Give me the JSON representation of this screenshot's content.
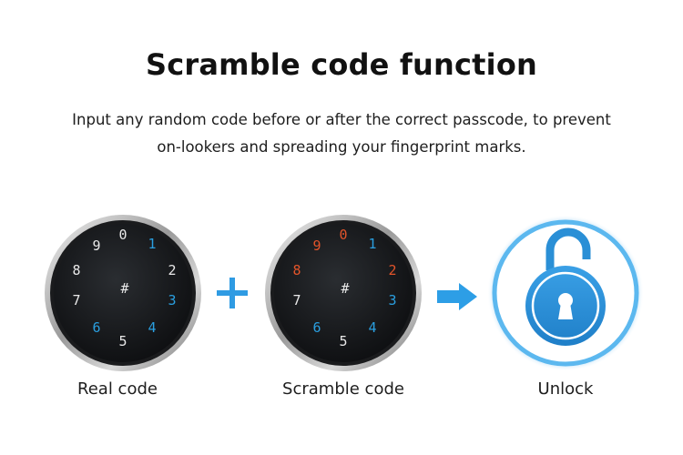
{
  "title": "Scramble code function",
  "subtitle_line1": "Input any random code before or after the correct passcode, to prevent",
  "subtitle_line2": "on-lookers and spreading your fingerprint marks.",
  "captions": {
    "real": "Real code",
    "scramble": "Scramble code",
    "unlock": "Unlock"
  },
  "keypad_keys": {
    "k0": "0",
    "k1": "1",
    "k2": "2",
    "k3": "3",
    "k4": "4",
    "k5": "5",
    "k6": "6",
    "k7": "7",
    "k8": "8",
    "k9": "9",
    "hash": "#"
  },
  "colors": {
    "white_key": "#e8e8e8",
    "blue_key": "#2a9fe0",
    "orange_key": "#e2542a",
    "unlock_blue": "#2a8fd6",
    "plus_blue": "#2f9be3",
    "arrow_blue": "#2d9ee6"
  }
}
